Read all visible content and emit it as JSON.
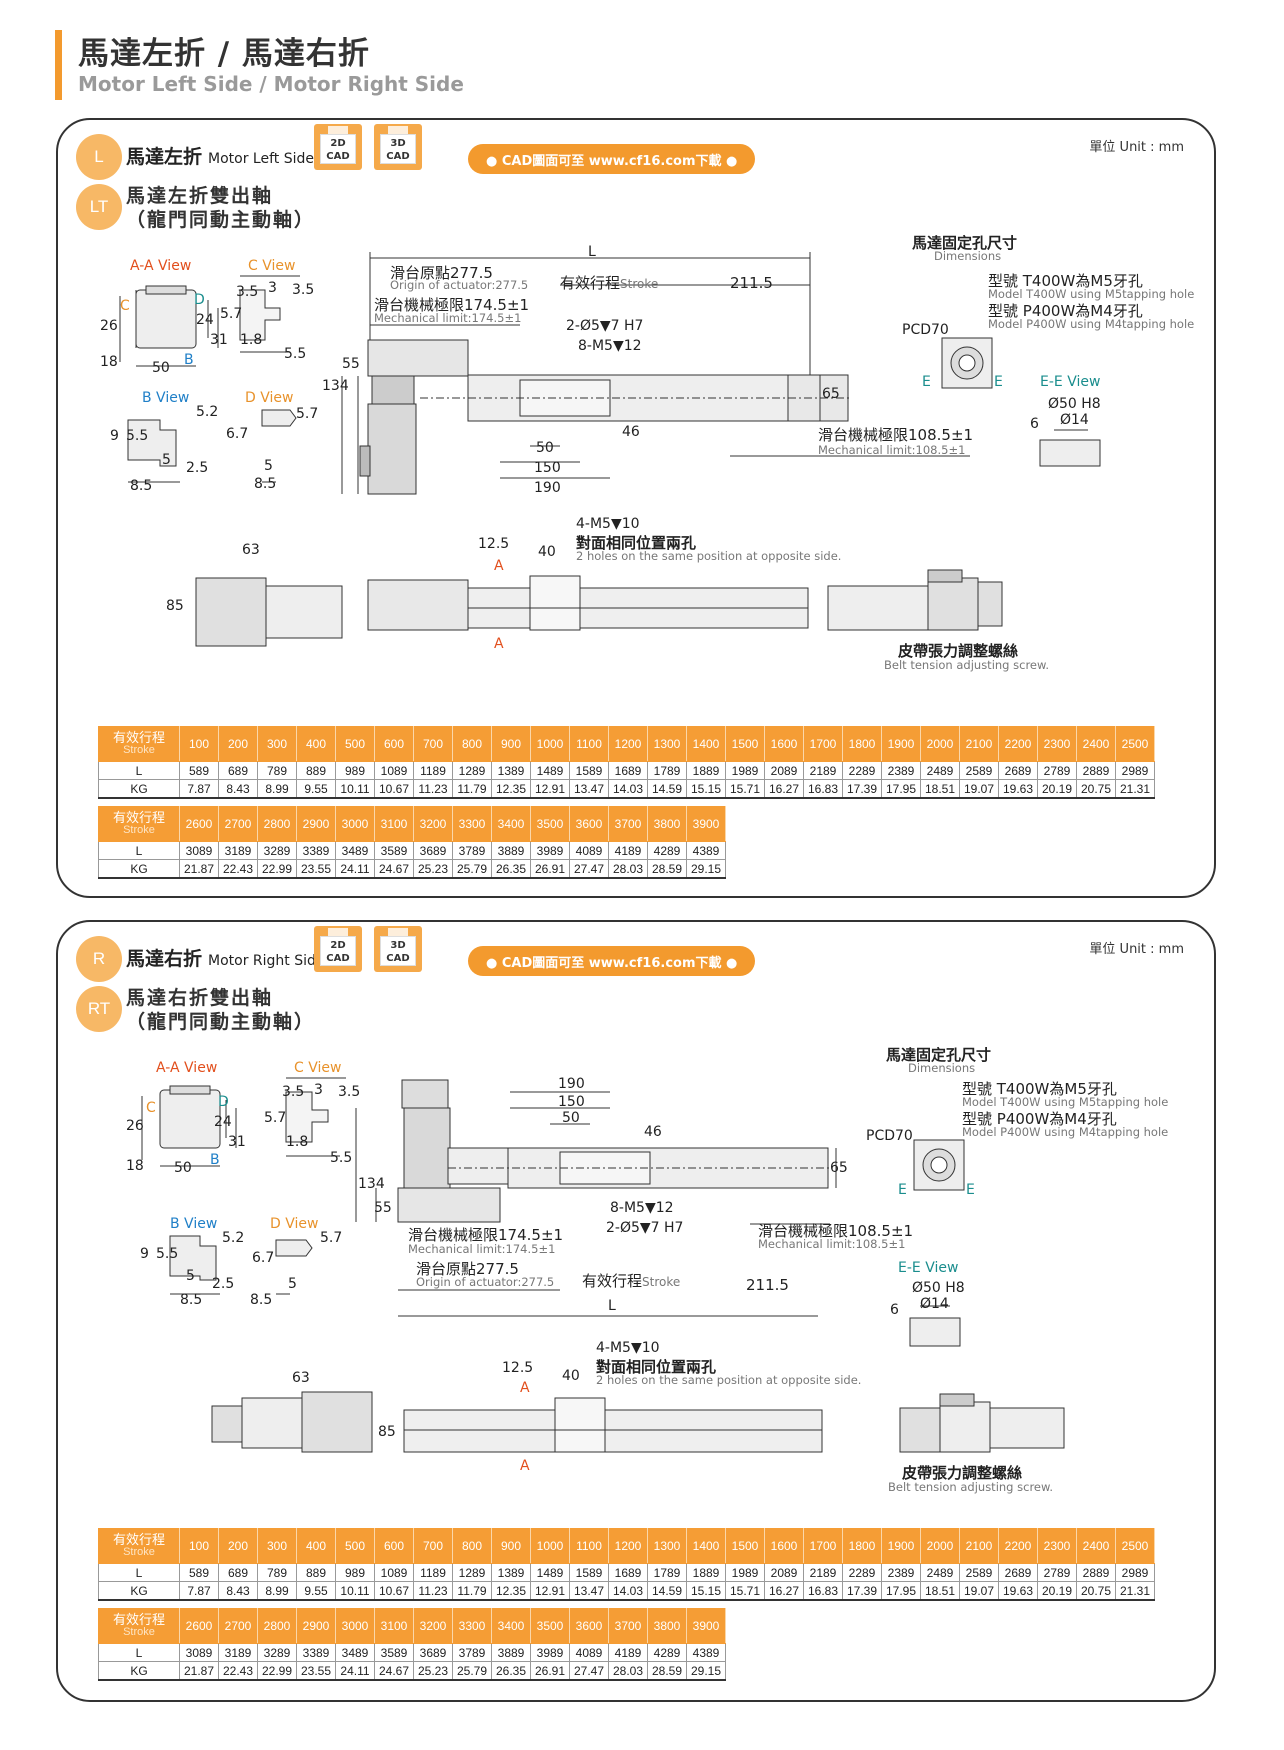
{
  "header": {
    "title_cn": "馬達左折 / 馬達右折",
    "title_en": "Motor Left Side / Motor Right Side"
  },
  "common": {
    "unit": "單位 Unit : mm",
    "cad_2d": "2D CAD",
    "cad_3d": "3D CAD",
    "download_pill": "● CAD圖面可至 www.cf16.com下載 ●",
    "aa_view": "A-A View",
    "b_view": "B View",
    "c_view": "C View",
    "d_view": "D View",
    "ee_view": "E-E View",
    "dim_L": "L",
    "origin_cn": "滑台原點277.5",
    "origin_en": "Origin of actuator:277.5",
    "mech_cn": "滑台機械極限174.5±1",
    "mech_en": "Mechanical limit:174.5±1",
    "stroke_cn": "有效行程",
    "stroke_en": "Stroke",
    "d2115": "211.5",
    "pin_hole": "2-Ø5▼7 H7",
    "tap_hole": "8-M5▼12",
    "mech_r_cn": "滑台機械極限108.5±1",
    "mech_r_en": "Mechanical limit:108.5±1",
    "d190": "190",
    "d150": "150",
    "d50": "50",
    "d46": "46",
    "d65": "65",
    "d134": "134",
    "d55": "55",
    "mount_cn": "馬達固定孔尺寸",
    "mount_en": "Dimensions",
    "t400_cn": "型號 T400W為M5牙孔",
    "t400_en": "Model T400W using M5tapping hole",
    "p400_cn": "型號 P400W為M4牙孔",
    "p400_en": "Model P400W using M4tapping hole",
    "pcd": "PCD70",
    "ee_d50": "Ø50 H8",
    "ee_d14": "Ø14",
    "ee_6": "6",
    "m5_cn": "4-M5▼10",
    "opp_cn": "對面相同位置兩孔",
    "opp_en": "2 holes on the same position at opposite side.",
    "d125": "12.5",
    "d40": "40",
    "d63": "63",
    "d85": "85",
    "belt_cn": "皮帶張力調整螺絲",
    "belt_en": "Belt tension adjusting screw.",
    "aa_d26": "26",
    "aa_d18": "18",
    "aa_d50": "50",
    "aa_d24": "24",
    "aa_d31": "31",
    "c_d35": "3.5",
    "c_d3": "3",
    "c_d35b": "3.5",
    "c_d57": "5.7",
    "c_d18": "1.8",
    "c_d55": "5.5",
    "b_d52": "5.2",
    "b_d9": "9",
    "b_d55": "5.5",
    "b_d5": "5",
    "b_d25": "2.5",
    "b_d85": "8.5",
    "d_d57": "5.7",
    "d_d67": "6.7",
    "d_d5": "5",
    "d_d85": "8.5",
    "letter_c": "C",
    "letter_d": "D",
    "letter_b": "B",
    "letter_e": "E",
    "letter_a": "A"
  },
  "panels": [
    {
      "badge": "L",
      "badge2": "LT",
      "title_cn": "馬達左折",
      "title_en": "Motor Left Side",
      "sub1": "馬達左折雙出軸",
      "sub2": "（龍門同動主動軸）"
    },
    {
      "badge": "R",
      "badge2": "RT",
      "title_cn": "馬達右折",
      "title_en": "Motor Right Side",
      "sub1": "馬達右折雙出軸",
      "sub2": "（龍門同動主動軸）"
    }
  ],
  "table": {
    "head_cn": "有效行程",
    "head_en": "Stroke",
    "row_L": "L",
    "row_KG": "KG",
    "t1_stroke": [
      "100",
      "200",
      "300",
      "400",
      "500",
      "600",
      "700",
      "800",
      "900",
      "1000",
      "1100",
      "1200",
      "1300",
      "1400",
      "1500",
      "1600",
      "1700",
      "1800",
      "1900",
      "2000",
      "2100",
      "2200",
      "2300",
      "2400",
      "2500"
    ],
    "t1_L": [
      "589",
      "689",
      "789",
      "889",
      "989",
      "1089",
      "1189",
      "1289",
      "1389",
      "1489",
      "1589",
      "1689",
      "1789",
      "1889",
      "1989",
      "2089",
      "2189",
      "2289",
      "2389",
      "2489",
      "2589",
      "2689",
      "2789",
      "2889",
      "2989"
    ],
    "t1_KG": [
      "7.87",
      "8.43",
      "8.99",
      "9.55",
      "10.11",
      "10.67",
      "11.23",
      "11.79",
      "12.35",
      "12.91",
      "13.47",
      "14.03",
      "14.59",
      "15.15",
      "15.71",
      "16.27",
      "16.83",
      "17.39",
      "17.95",
      "18.51",
      "19.07",
      "19.63",
      "20.19",
      "20.75",
      "21.31"
    ],
    "t2_stroke": [
      "2600",
      "2700",
      "2800",
      "2900",
      "3000",
      "3100",
      "3200",
      "3300",
      "3400",
      "3500",
      "3600",
      "3700",
      "3800",
      "3900"
    ],
    "t2_L": [
      "3089",
      "3189",
      "3289",
      "3389",
      "3489",
      "3589",
      "3689",
      "3789",
      "3889",
      "3989",
      "4089",
      "4189",
      "4289",
      "4389"
    ],
    "t2_KG": [
      "21.87",
      "22.43",
      "22.99",
      "23.55",
      "24.11",
      "24.67",
      "25.23",
      "25.79",
      "26.35",
      "26.91",
      "27.47",
      "28.03",
      "28.59",
      "29.15"
    ]
  }
}
